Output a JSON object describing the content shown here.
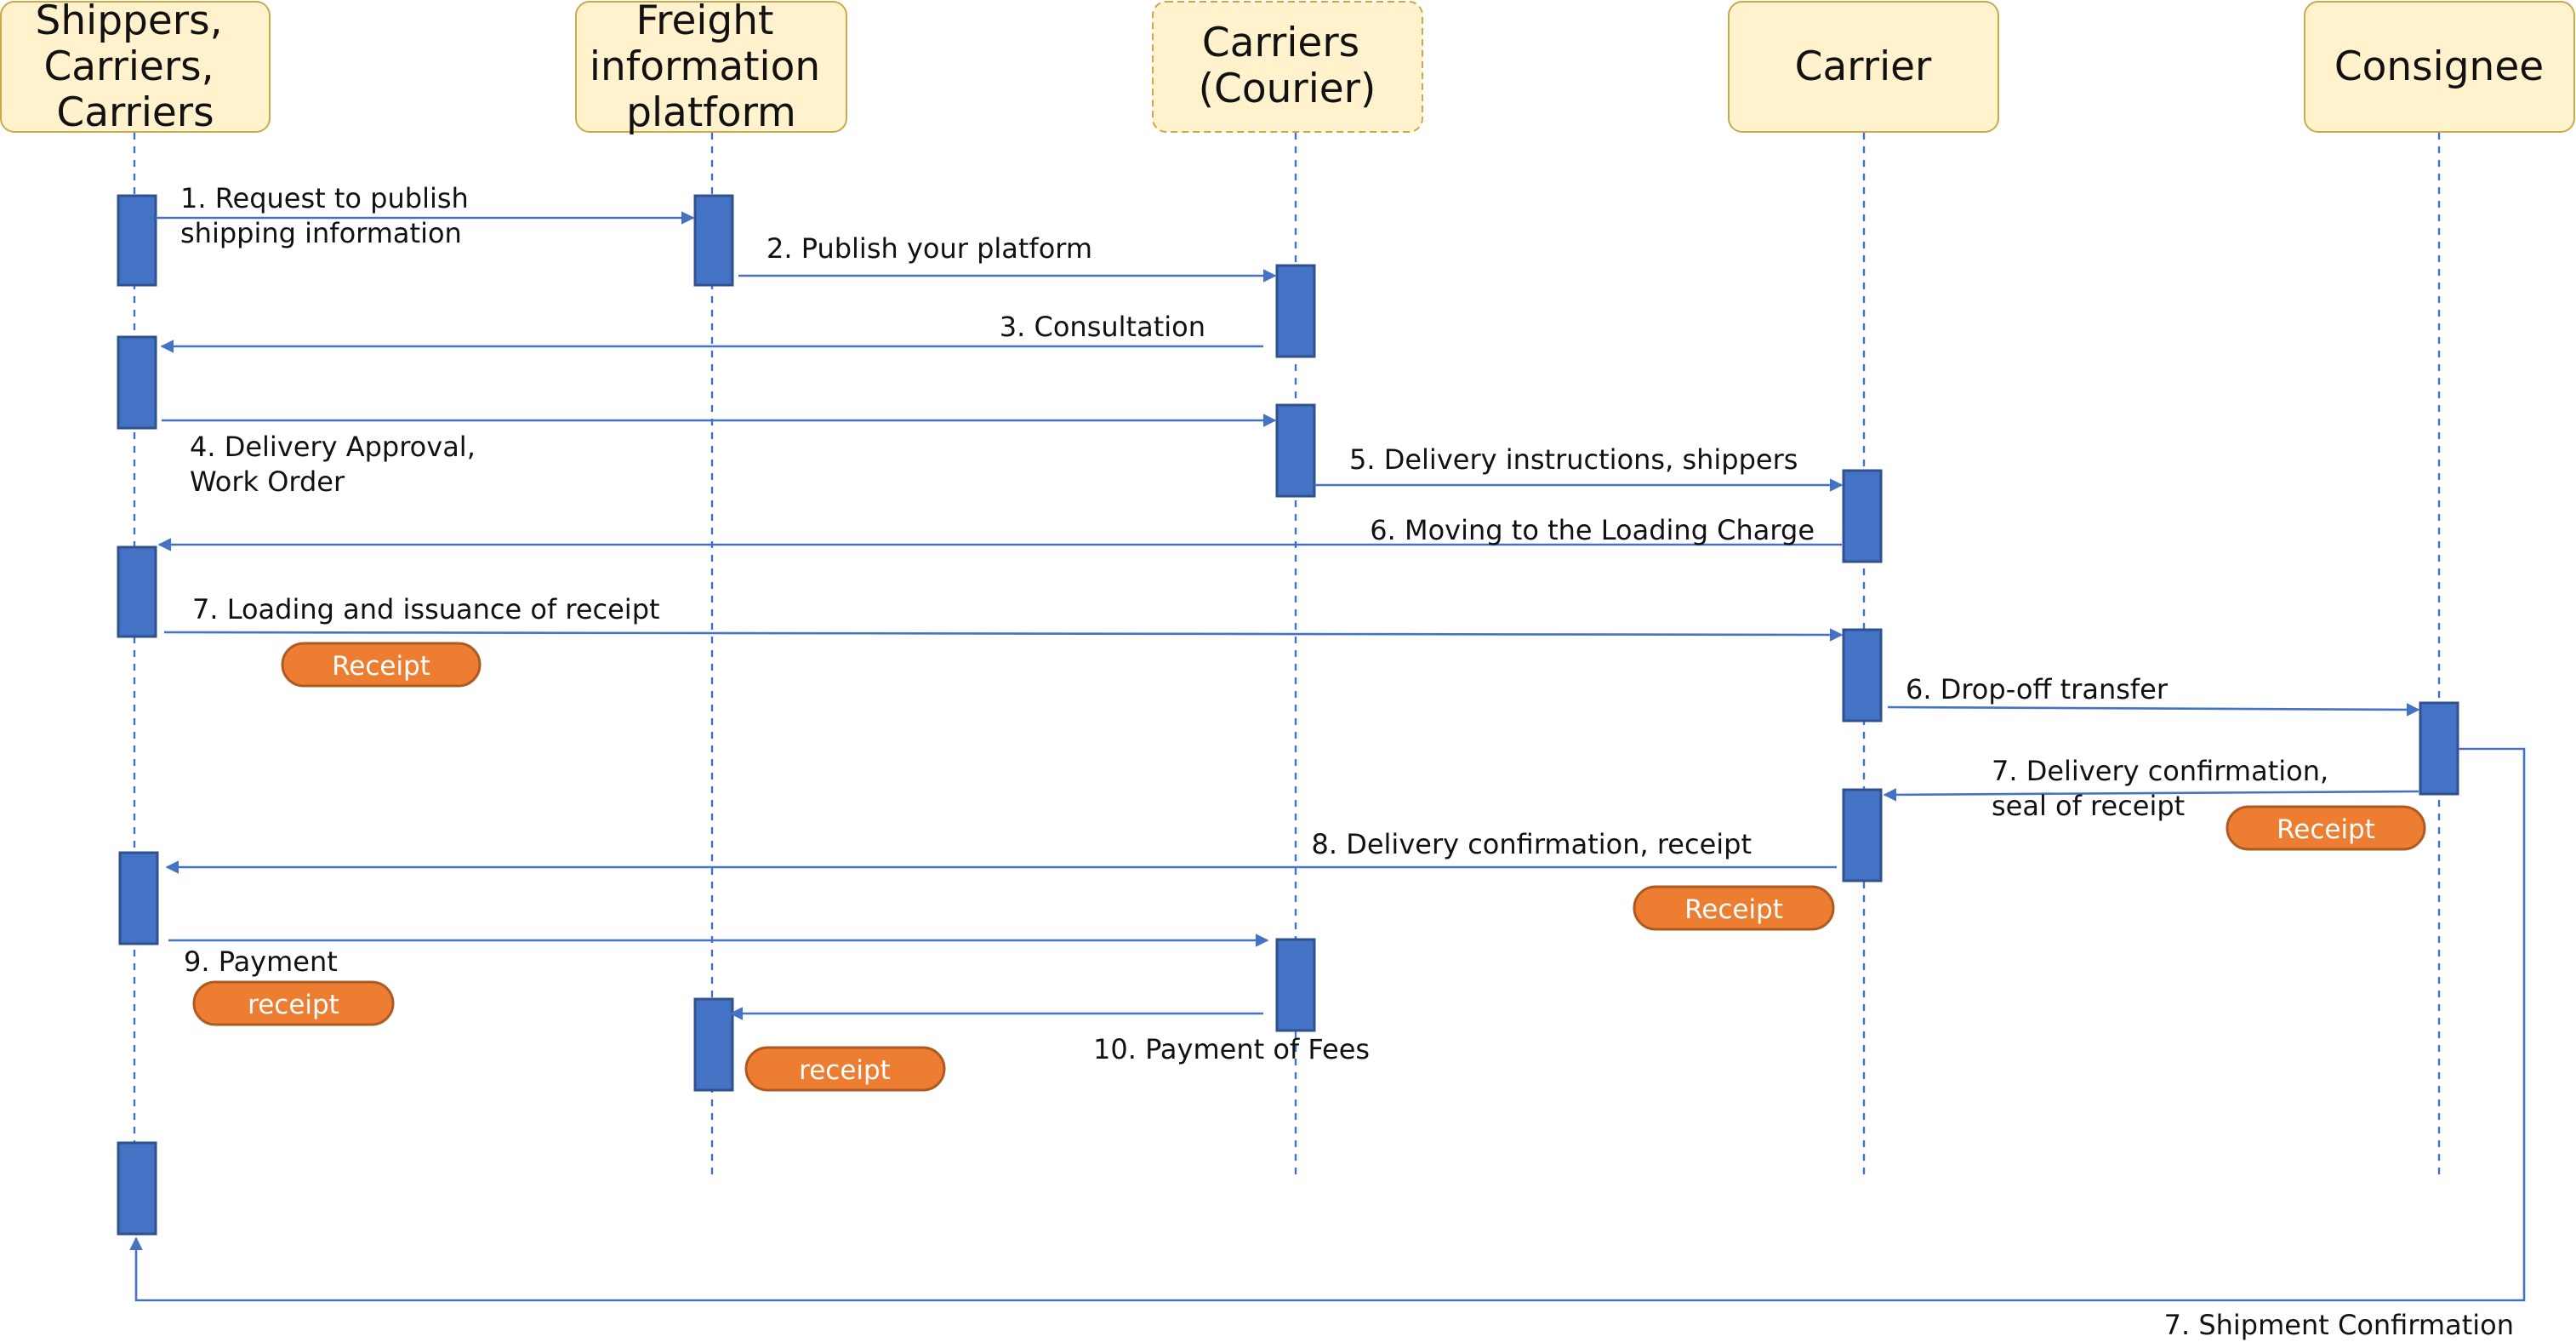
{
  "actors": [
    {
      "id": "shippers",
      "lines": [
        "Shippers,",
        "Carriers,",
        "Carriers"
      ]
    },
    {
      "id": "platform",
      "lines": [
        "Freight",
        "information",
        "platform"
      ]
    },
    {
      "id": "courier",
      "lines": [
        "Carriers",
        "(Courier)"
      ]
    },
    {
      "id": "carrier",
      "lines": [
        "Carrier"
      ]
    },
    {
      "id": "consignee",
      "lines": [
        "Consignee"
      ]
    }
  ],
  "messages": [
    {
      "id": "msg-1",
      "lines": [
        "1. Request to publish",
        "shipping information"
      ]
    },
    {
      "id": "msg-2",
      "lines": [
        "2. Publish your platform"
      ]
    },
    {
      "id": "msg-3",
      "lines": [
        "3. Consultation"
      ]
    },
    {
      "id": "msg-4",
      "lines": [
        "4. Delivery Approval,",
        "Work Order"
      ]
    },
    {
      "id": "msg-5",
      "lines": [
        "5. Delivery instructions, shippers"
      ]
    },
    {
      "id": "msg-6a",
      "lines": [
        "6. Moving to the Loading Charge"
      ]
    },
    {
      "id": "msg-7a",
      "lines": [
        "7. Loading and issuance of receipt"
      ]
    },
    {
      "id": "msg-6b",
      "lines": [
        "6. Drop-off transfer"
      ]
    },
    {
      "id": "msg-7b",
      "lines": [
        "7. Delivery confirmation,",
        "seal of receipt"
      ]
    },
    {
      "id": "msg-8",
      "lines": [
        "8. Delivery confirmation, receipt"
      ]
    },
    {
      "id": "msg-9",
      "lines": [
        "9. Payment"
      ]
    },
    {
      "id": "msg-10",
      "lines": [
        "10. Payment of Fees"
      ]
    },
    {
      "id": "msg-7c",
      "lines": [
        "7. Shipment Confirmation"
      ]
    }
  ],
  "badges": [
    {
      "id": "badge-receipt-1",
      "text": "Receipt"
    },
    {
      "id": "badge-receipt-2",
      "text": "Receipt"
    },
    {
      "id": "badge-receipt-3",
      "text": "Receipt"
    },
    {
      "id": "badge-receipt-4",
      "text": "receipt"
    },
    {
      "id": "badge-receipt-5",
      "text": "receipt"
    }
  ],
  "colors": {
    "actor_fill": "#fff2cc",
    "lifeline": "#4472c4",
    "activation": "#4472c4",
    "badge": "#ed7d31"
  }
}
